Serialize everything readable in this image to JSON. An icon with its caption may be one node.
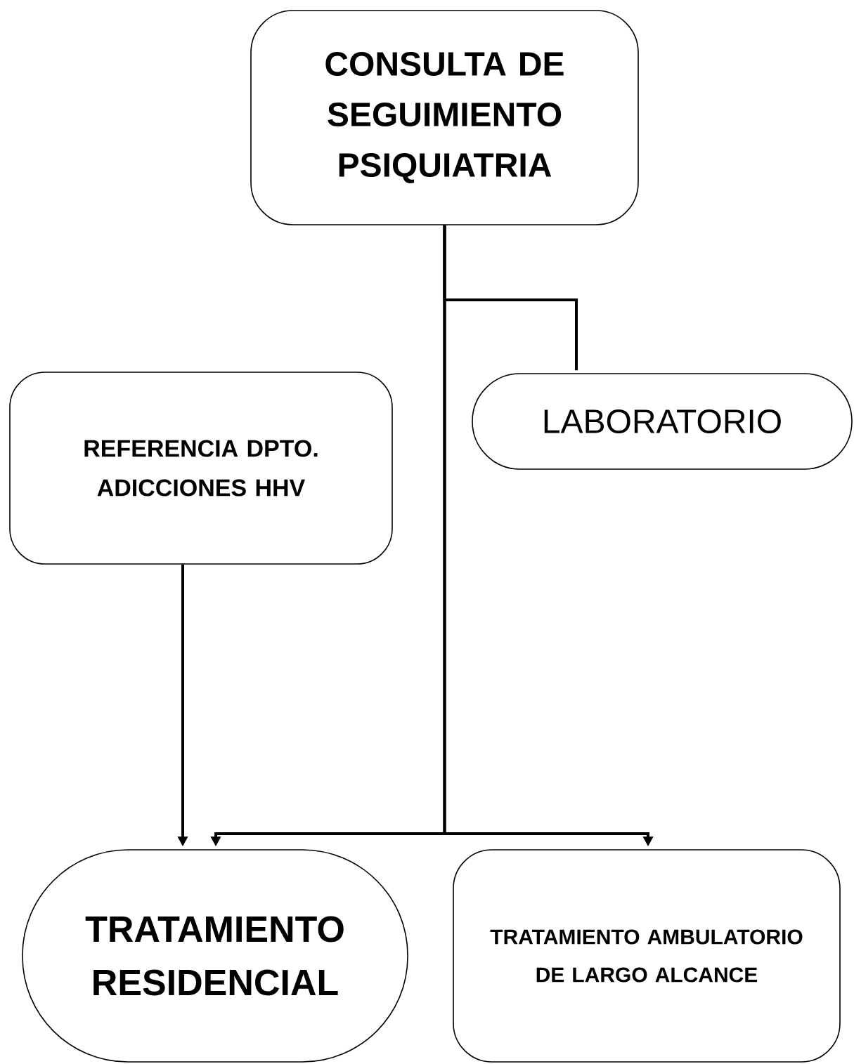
{
  "diagram": {
    "nodes": [
      {
        "text": [
          "CONSULTA DE SEGUIMIENTO PSIQUIATRIA"
        ]
      },
      {
        "text": [
          "REFERENCIA DPTO. ADICCIONES HHV"
        ]
      },
      {
        "text": [
          "LABORATORIO"
        ]
      },
      {
        "text": [
          "TRATAMIENTO RESIDENCIAL"
        ]
      },
      {
        "text": [
          "TRATAMIENTO AMBULATORIO DE LARGO ALCANCE"
        ]
      }
    ],
    "edges": [
      {
        "from": 0,
        "to": 2,
        "arrow": "none"
      },
      {
        "from": 0,
        "to": 3,
        "arrow": "to"
      },
      {
        "from": 0,
        "to": 4,
        "arrow": "to"
      },
      {
        "from": 1,
        "to": 3,
        "arrow": "to"
      }
    ]
  }
}
